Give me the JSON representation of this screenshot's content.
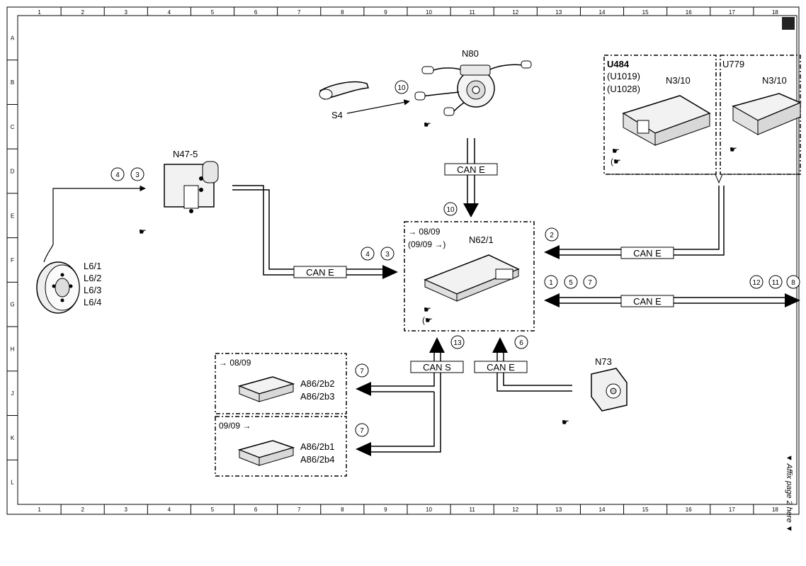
{
  "frame": {
    "columns": [
      "1",
      "2",
      "3",
      "4",
      "5",
      "6",
      "7",
      "8",
      "9",
      "10",
      "11",
      "12",
      "13",
      "14",
      "15",
      "16",
      "17",
      "18"
    ],
    "rows": [
      "A",
      "B",
      "C",
      "D",
      "E",
      "F",
      "G",
      "H",
      "J",
      "K",
      "L"
    ]
  },
  "components": {
    "n80": "N80",
    "s4": "S4",
    "n47_5": "N47-5",
    "n62_1": "N62/1",
    "n62_1_from": "→ 08/09",
    "n62_1_to": "(09/09 →)",
    "wheel_sensors": [
      "L6/1",
      "L6/2",
      "L6/3",
      "L6/4"
    ],
    "u484": "U484",
    "u484_variants": [
      "(U1019)",
      "(U1028)"
    ],
    "u484_n3_10": "N3/10",
    "u779": "U779",
    "u779_n3_10": "N3/10",
    "n73": "N73",
    "sensors_a_date": "→ 08/09",
    "sensors_a": [
      "A86/2b2",
      "A86/2b3"
    ],
    "sensors_b_date": "09/09 →",
    "sensors_b": [
      "A86/2b1",
      "A86/2b4"
    ]
  },
  "buses": {
    "can_e": "CAN E",
    "can_s": "CAN S"
  },
  "circled_numbers": {
    "n80_link": "10",
    "n62_top": "10",
    "wheel_a": "4",
    "wheel_b": "3",
    "n47_a": "4",
    "n47_b": "3",
    "right_in": "2",
    "bidir_l1": "1",
    "bidir_l2": "5",
    "bidir_l3": "7",
    "bidir_r1": "12",
    "bidir_r2": "11",
    "bidir_r3": "8",
    "can_s": "13",
    "can_e_bottom": "6",
    "sens_a": "7",
    "sens_b": "7"
  },
  "side_note": "▼ Affix page 2 here ▼"
}
